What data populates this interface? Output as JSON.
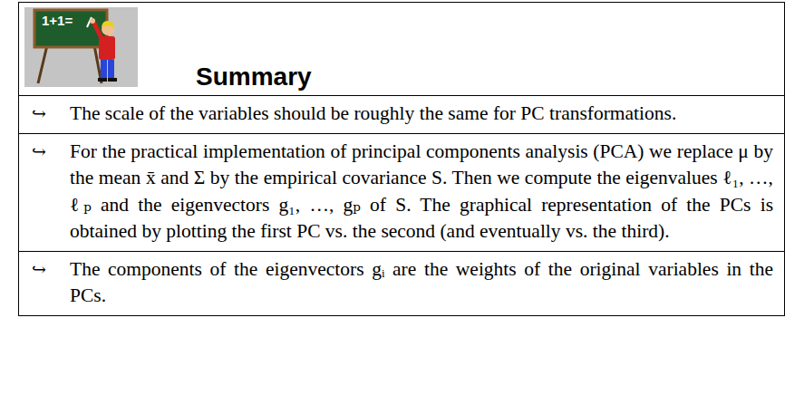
{
  "diagram": {
    "nodes": [
      {
        "text": [
          "Summary"
        ]
      },
      {
        "text": [
          "↪",
          "The scale of the variables should be roughly the same for PC transformations."
        ]
      },
      {
        "text": [
          "↪",
          "For the practical implementation of principal components analysis (PCA) we replace μ by the mean x̄ and Σ by the empirical covariance S. Then we compute the eigenvalues ℓ₁, …, ℓₚ and the eigenvectors g₁, …, gₚ of S. The graphical representation of the PCs is obtained by plotting the first PC vs. the second (and eventually vs. the third)."
        ]
      },
      {
        "text": [
          "↪",
          "The components of the eigenvectors gᵢ are the weights of the original variables in the PCs."
        ]
      }
    ],
    "labels": [
      "1+1="
    ]
  }
}
